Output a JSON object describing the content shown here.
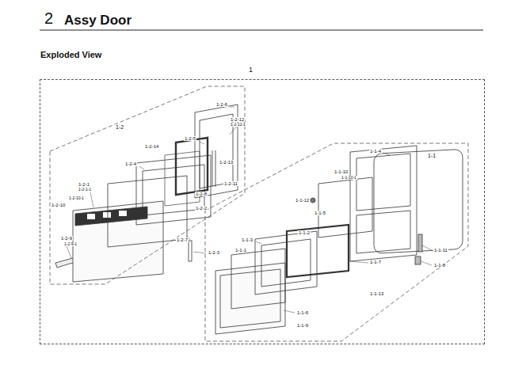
{
  "diagram": {
    "title": "Assy Door",
    "nodes": [
      {
        "text": [
          "1"
        ]
      },
      {
        "text": [
          "1-2"
        ],
        "in": 0
      },
      {
        "text": [
          "1-1"
        ],
        "in": 0
      }
    ],
    "labels": [
      "2",
      "Exploded View",
      "1-2-6",
      "1-2-12",
      "1-2-12-1",
      "1-2-14",
      "1-2-5",
      "1-2-13",
      "1-2-11",
      "1-2-4",
      "1-2-8",
      "1-2-2",
      "1-2-1",
      "1-2-1-1",
      "1-2-10",
      "1-2-10-1",
      "1-2-9",
      "1-2-9-1",
      "1-2-7",
      "1-2-3",
      "1-1-4",
      "1-1-10",
      "1-1-10-1",
      "1-1-12",
      "1-1-5",
      "1-1-2",
      "1-1-3",
      "1-1-1",
      "1-1-7",
      "1-1-11",
      "1-1-8",
      "1-1-6",
      "1-1-9",
      "1-1-13"
    ]
  }
}
